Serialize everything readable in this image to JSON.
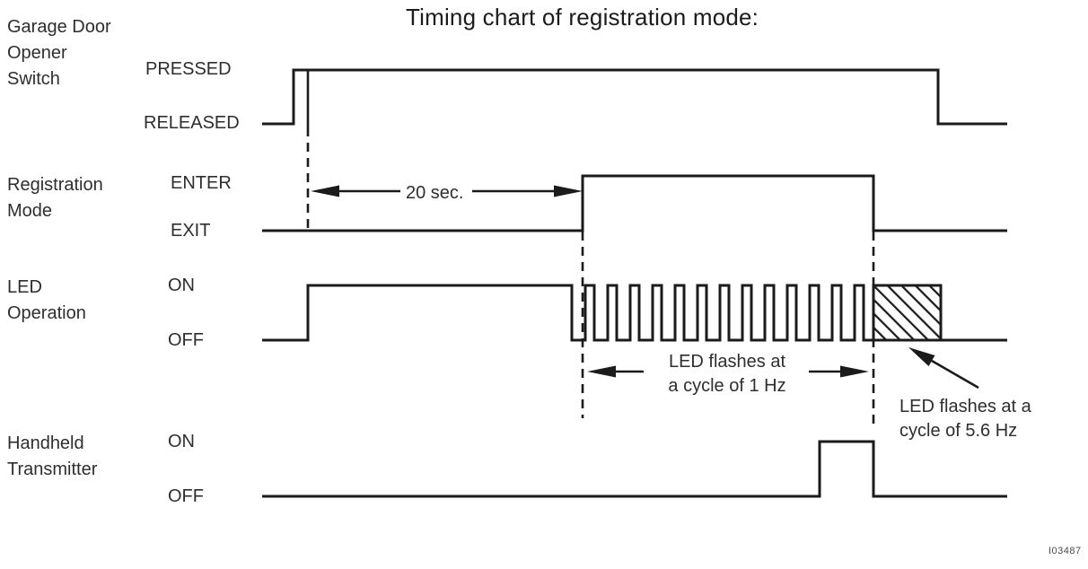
{
  "title": "Timing chart of registration mode:",
  "figure_code": "I03487",
  "signals": [
    {
      "name_lines": [
        "Garage Door",
        "Opener",
        "Switch"
      ],
      "high_label": "PRESSED",
      "low_label": "RELEASED"
    },
    {
      "name_lines": [
        "Registration",
        "Mode"
      ],
      "high_label": "ENTER",
      "low_label": "EXIT"
    },
    {
      "name_lines": [
        "LED",
        "Operation"
      ],
      "high_label": "ON",
      "low_label": "OFF"
    },
    {
      "name_lines": [
        "Handheld",
        "Transmitter"
      ],
      "high_label": "ON",
      "low_label": "OFF"
    }
  ],
  "annotations": {
    "delay_label": "20 sec.",
    "led_1hz_line1": "LED flashes at",
    "led_1hz_line2": "a cycle of 1 Hz",
    "led_56hz_line1": "LED flashes at a",
    "led_56hz_line2": "cycle of 5.6 Hz"
  },
  "colors": {
    "line": "#1b1b1b",
    "text": "#2e2e2e",
    "background": "#ffffff"
  }
}
